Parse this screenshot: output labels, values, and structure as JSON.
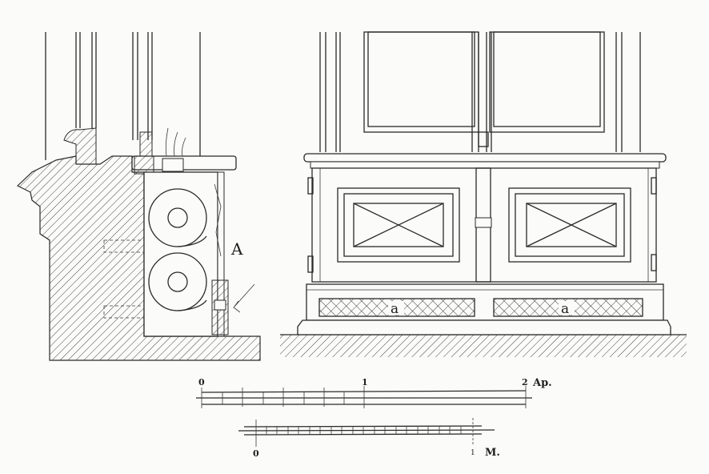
{
  "section_view": {
    "label_A": "A"
  },
  "elevation_view": {
    "grille_label_left": "a",
    "grille_label_right": "a"
  },
  "scale_top": {
    "tick_0": "0",
    "tick_1": "1",
    "tick_2": "2",
    "unit": "Ap."
  },
  "scale_bottom": {
    "tick_0": "0",
    "tick_1": "1",
    "unit": "M."
  },
  "colors": {
    "ink": "#2a2a2a",
    "paper": "#fbfbfa"
  }
}
